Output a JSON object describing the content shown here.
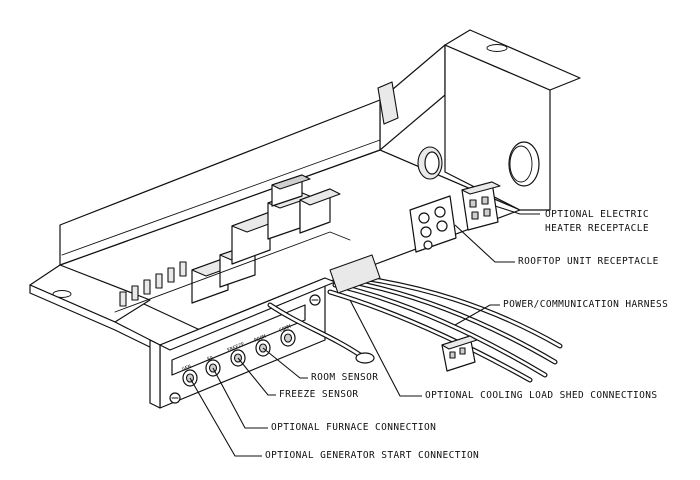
{
  "labels": {
    "optional_electric_heater_receptacle": [
      "OPTIONAL ELECTRIC",
      "HEATER RECEPTACLE"
    ],
    "rooftop_unit_receptacle": "ROOFTOP UNIT RECEPTACLE",
    "power_communication_harness": "POWER/COMMUNICATION HARNESS",
    "room_sensor": "ROOM SENSOR",
    "optional_cooling_load_shed_connections": "OPTIONAL COOLING LOAD SHED CONNECTIONS",
    "freeze_sensor": "FREEZE SENSOR",
    "optional_furnace_connection": "OPTIONAL FURNACE CONNECTION",
    "optional_generator_start_connection": "OPTIONAL GENERATOR START CONNECTION"
  },
  "panel_jack_labels": [
    "GEN",
    "FA",
    "FREEZE",
    "ROOM",
    "COMM"
  ]
}
